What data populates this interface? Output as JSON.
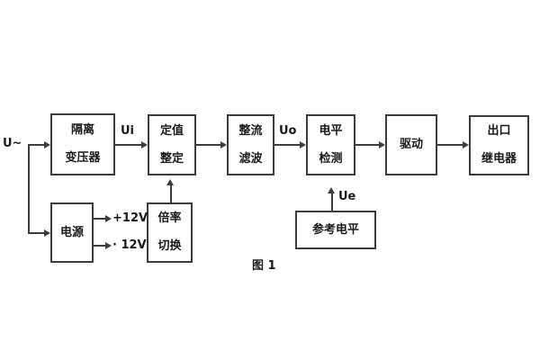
{
  "diagram": {
    "caption": "图 1",
    "input_label": "U~",
    "signal_labels": {
      "ui": "Ui",
      "uo": "Uo",
      "ue": "Ue"
    },
    "power_rails": {
      "positive": "+12V",
      "negative": "· 12V"
    },
    "blocks": {
      "isolation_transformer": {
        "line1": "隔离",
        "line2": "变压器"
      },
      "setpoint_setting": {
        "line1": "定值",
        "line2": "整定"
      },
      "rectifier_filter": {
        "line1": "整流",
        "line2": "滤波"
      },
      "level_detector": {
        "line1": "电平",
        "line2": "检测"
      },
      "driver": {
        "line1": "驱动",
        "line2": ""
      },
      "output_relay": {
        "line1": "出口",
        "line2": "继电器"
      },
      "power_supply": {
        "line1": "电源",
        "line2": ""
      },
      "ratio_switch": {
        "line1": "倍率",
        "line2": "切换"
      },
      "reference_level": {
        "line1": "参考电平",
        "line2": ""
      }
    },
    "colors": {
      "line": "#3c3c3c",
      "text": "#1a1a1a",
      "background": "#ffffff"
    }
  }
}
